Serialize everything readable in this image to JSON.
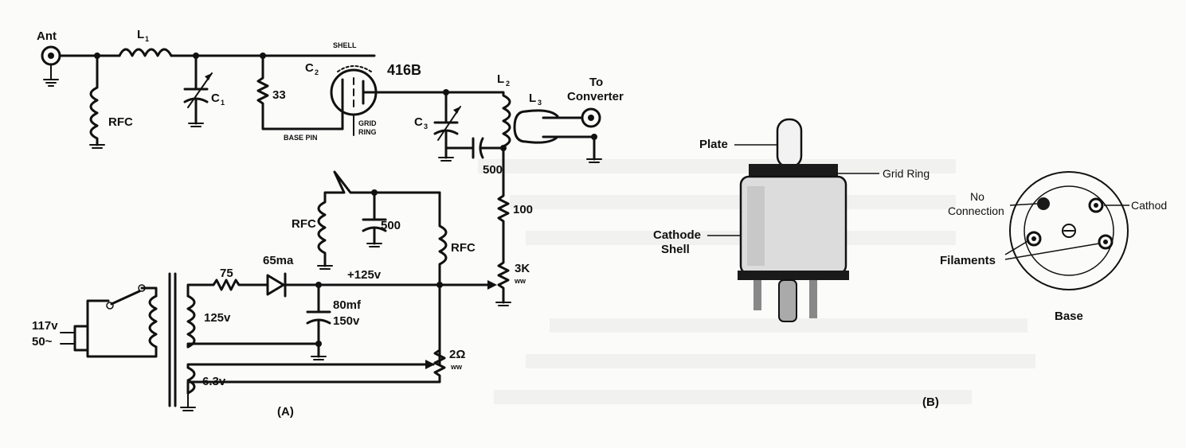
{
  "schematic_a": {
    "labels": {
      "ant": "Ant",
      "l1": "L",
      "l1_sub": "1",
      "rfc_in": "RFC",
      "c1": "C",
      "c1_sub": "1",
      "r33": "33",
      "shell": "SHELL",
      "c2": "C",
      "c2_sub": "2",
      "tube": "416B",
      "base_pin": "BASE PIN",
      "grid": "GRID",
      "ring": "RING",
      "l2": "L",
      "l2_sub": "2",
      "c3": "C",
      "c3_sub": "3",
      "l3": "L",
      "l3_sub": "3",
      "to": "To",
      "converter": "Converter",
      "c500_out": "500",
      "r100": "100",
      "rfc_left": "RFC",
      "c500_mid": "500",
      "rfc_right": "RFC",
      "r3k": "3K",
      "r3k_ww": "ww",
      "r75": "75",
      "diode": "65ma",
      "bplus": "+125v",
      "cap80": "80mf",
      "cap80_v": "150v",
      "sec125": "125v",
      "line_v": "117v",
      "line_hz": "50~",
      "r2": "2Ω",
      "r2_ww": "ww",
      "fil": "6.3v",
      "caption": "(A)"
    }
  },
  "figure_b": {
    "labels": {
      "plate": "Plate",
      "grid_ring": "Grid Ring",
      "cathode": "Cathode",
      "shell": "Shell",
      "no": "No",
      "connection": "Connection",
      "cathod": "Cathod",
      "filaments": "Filaments",
      "base": "Base",
      "caption": "(B)"
    }
  }
}
